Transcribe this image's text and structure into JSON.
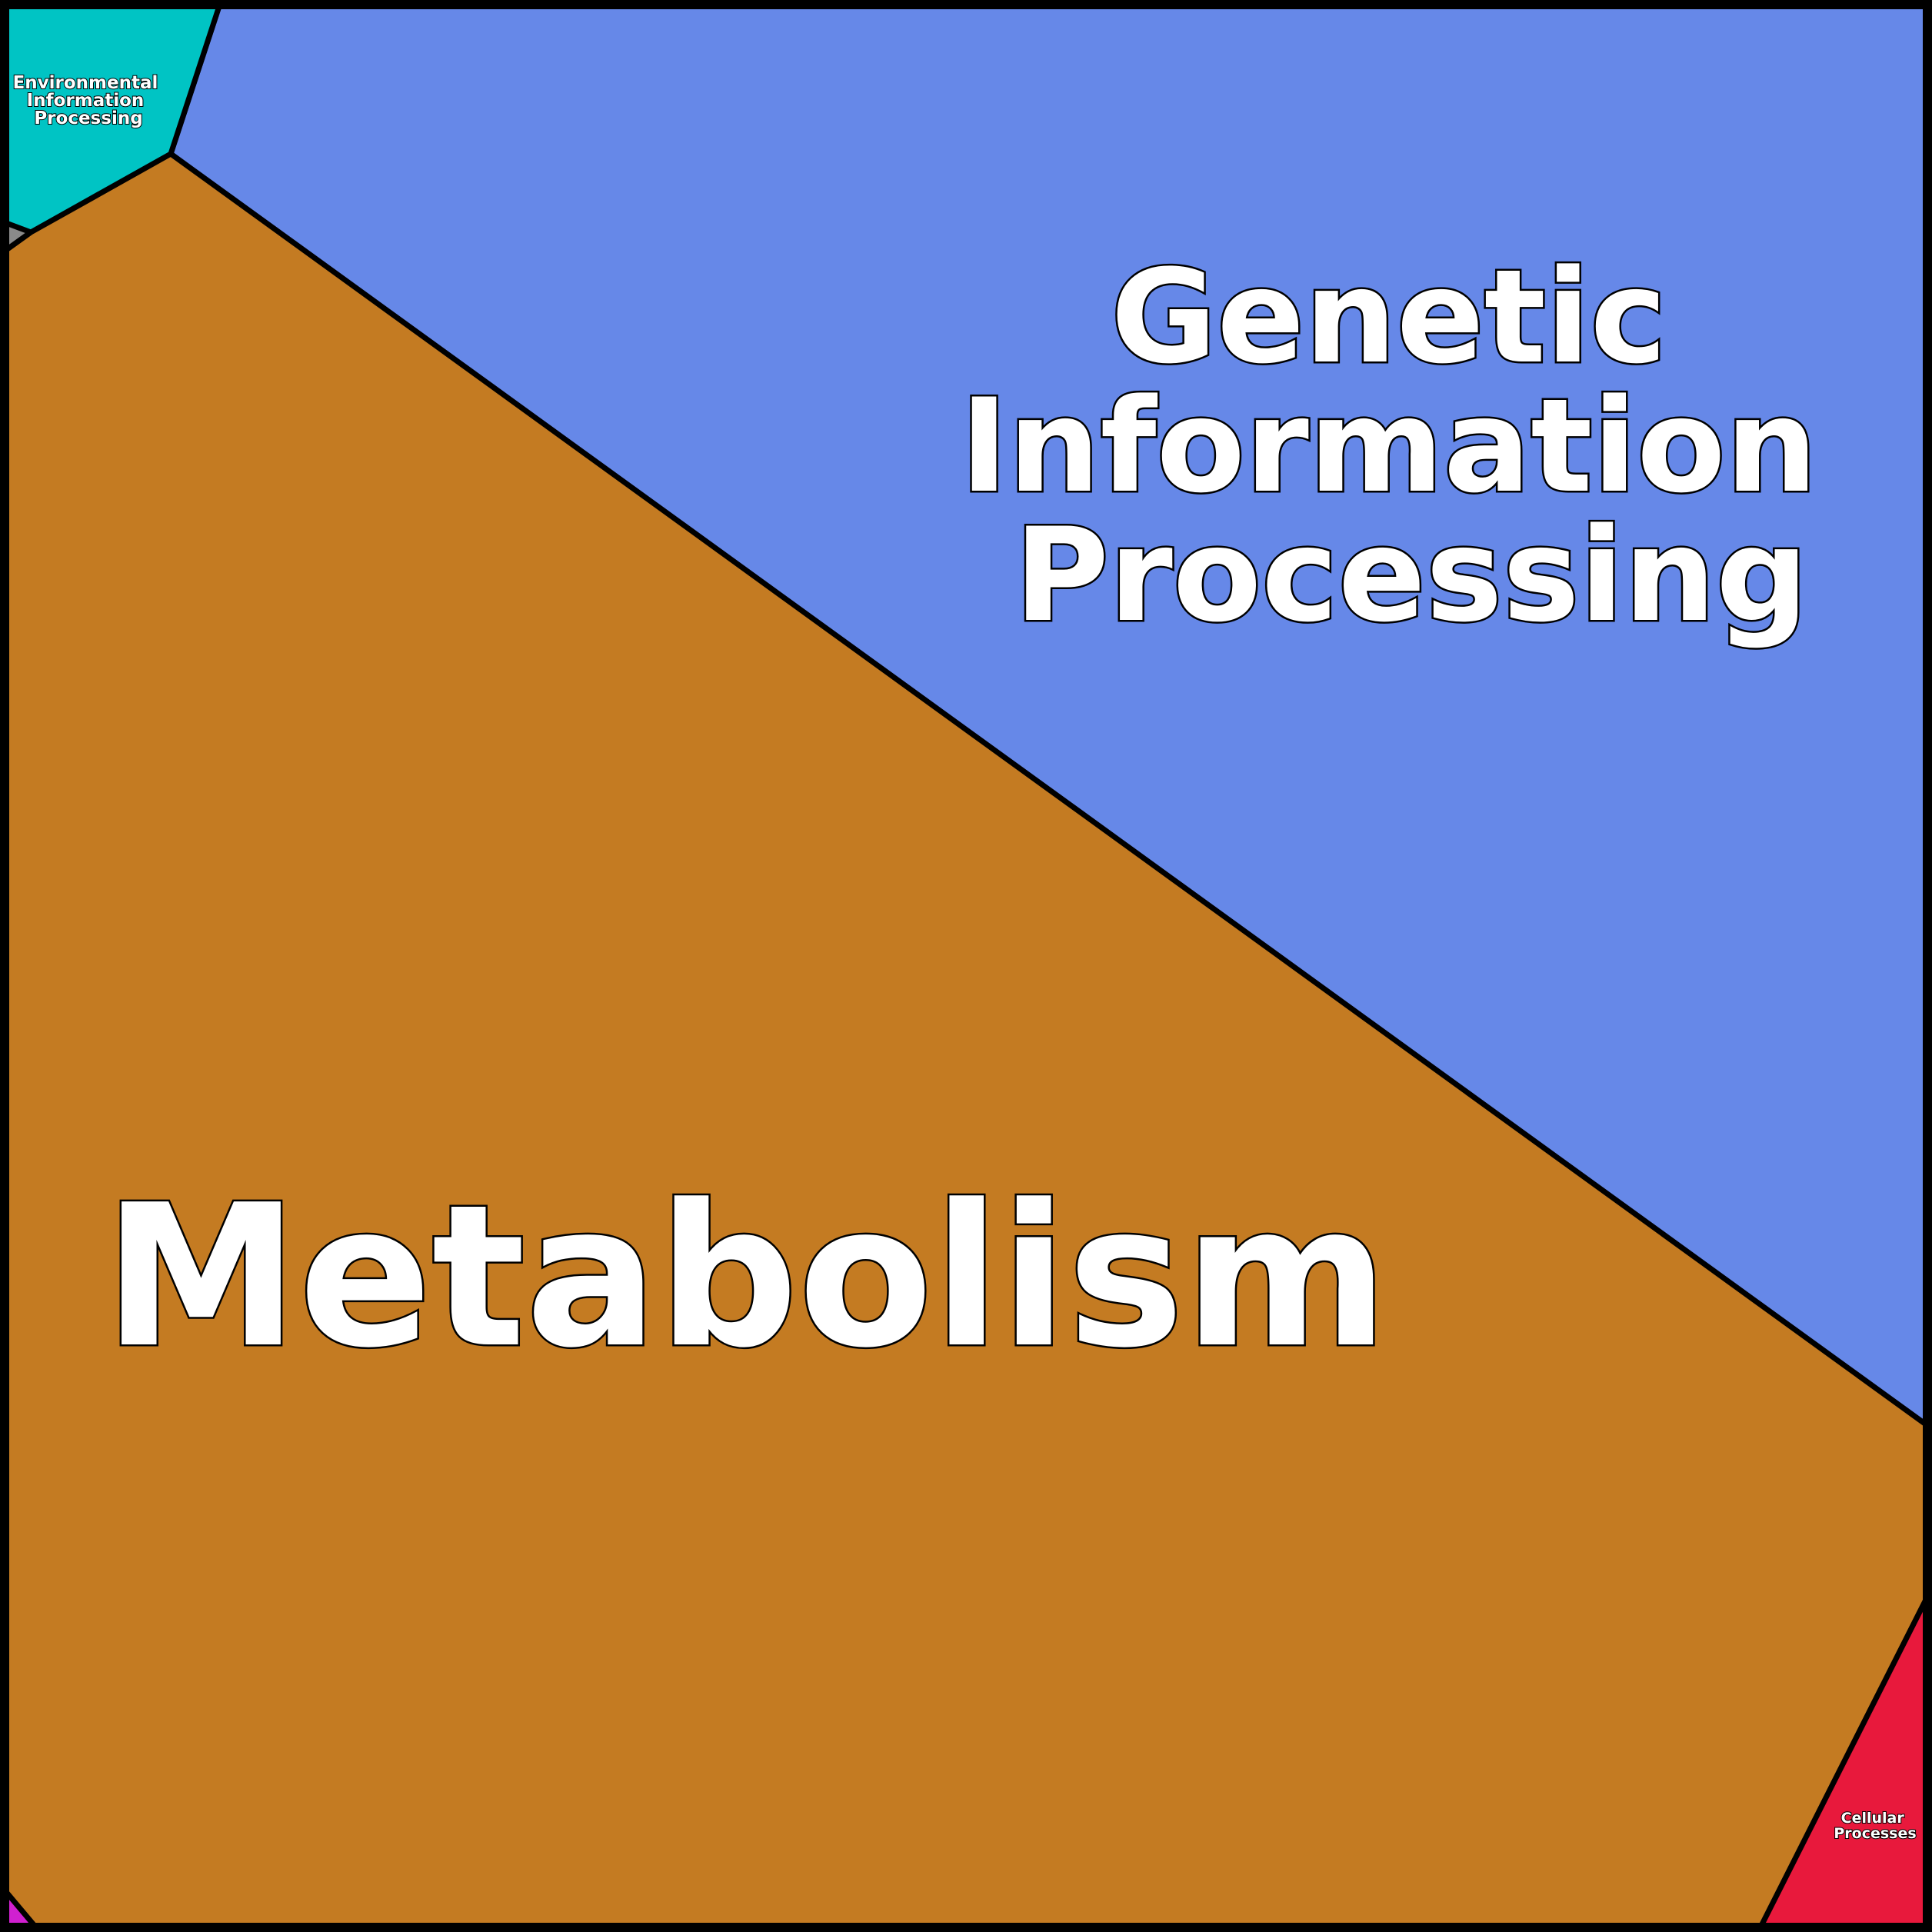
{
  "regions": [
    {
      "key": "genetic",
      "label_lines": [
        "Genetic",
        "Information",
        "Processing"
      ],
      "color": "#6688e8"
    },
    {
      "key": "metabolism",
      "label_lines": [
        "Metabolism"
      ],
      "color": "#c47b22"
    },
    {
      "key": "environmental",
      "label_lines": [
        "Environmental",
        "Information",
        "Processing"
      ],
      "color": "#00c4c4"
    },
    {
      "key": "cellular",
      "label_lines": [
        "Cellular",
        "Processes"
      ],
      "color": "#e8193c"
    },
    {
      "key": "minor-gray",
      "label_lines": [],
      "color": "#8a8a8a"
    },
    {
      "key": "minor-magenta",
      "label_lines": [],
      "color": "#d020d0"
    }
  ],
  "border_color": "#000000"
}
